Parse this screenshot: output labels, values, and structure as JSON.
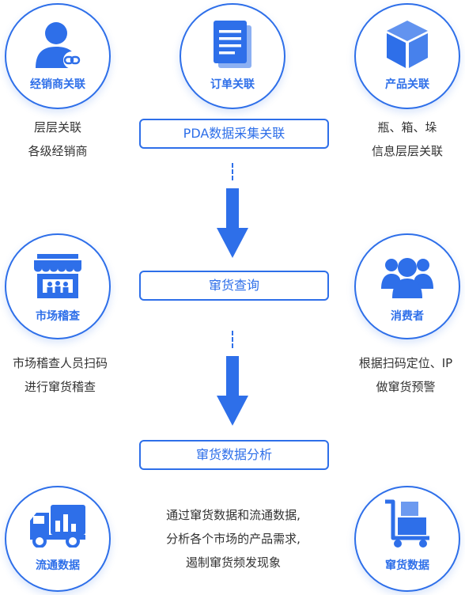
{
  "colors": {
    "accent": "#2e6fe9",
    "text": "#333333"
  },
  "nodes": {
    "dealer": {
      "label": "经销商关联",
      "icon": "user-link-icon"
    },
    "order": {
      "label": "订单关联",
      "icon": "document-icon"
    },
    "product": {
      "label": "产品关联",
      "icon": "cube-icon"
    },
    "market": {
      "label": "市场稽查",
      "icon": "storefront-icon"
    },
    "consumer": {
      "label": "消费者",
      "icon": "people-icon"
    },
    "circulation": {
      "label": "流通数据",
      "icon": "delivery-truck-icon"
    },
    "diversion": {
      "label": "窜货数据",
      "icon": "hand-cart-icon"
    }
  },
  "descriptions": {
    "dealer": [
      "层层关联",
      "各级经销商"
    ],
    "product": [
      "瓶、箱、垛",
      "信息层层关联"
    ],
    "market": [
      "市场稽查人员扫码",
      "进行窜货稽查"
    ],
    "consumer": [
      "根据扫码定位、IP",
      "做窜货预警"
    ],
    "center": [
      "通过窜货数据和流通数据,",
      "分析各个市场的产品需求,",
      "遏制窜货频发现象"
    ]
  },
  "steps": [
    "PDA数据采集关联",
    "窜货查询",
    "窜货数据分析"
  ]
}
